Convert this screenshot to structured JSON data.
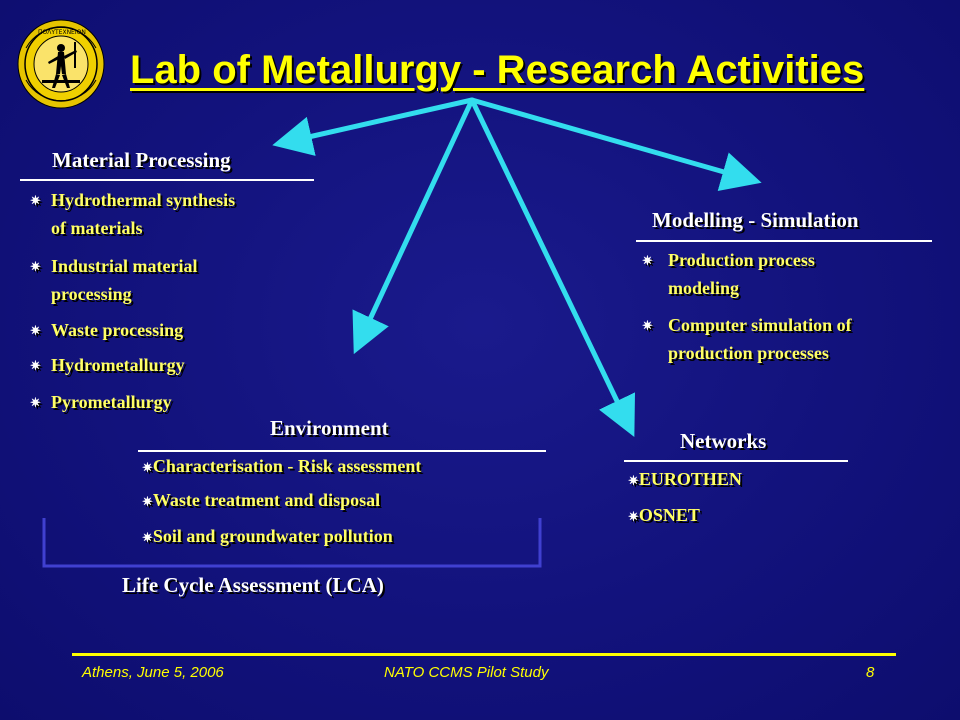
{
  "slide": {
    "title": "Lab of Metallurgy - Research Activities",
    "colors": {
      "background": "#12127c",
      "title": "#ffff00",
      "arrow": "#33ddee",
      "bullet_text": "#ffff66",
      "heading": "#ffffff",
      "lca_bracket": "#4040d0"
    }
  },
  "emblem": {
    "icon": "university-seal-icon"
  },
  "material_processing": {
    "heading": "Material Processing",
    "items": [
      {
        "line1": "Hydrothermal synthesis",
        "line2": "of materials"
      },
      {
        "line1": "Industrial material",
        "line2": "processing"
      },
      {
        "line1": "Waste processing"
      },
      {
        "line1": "Hydrometallurgy"
      },
      {
        "line1": "Pyrometallurgy"
      }
    ]
  },
  "modelling": {
    "heading": "Modelling - Simulation",
    "items": [
      {
        "line1": "Production process",
        "line2": "modeling"
      },
      {
        "line1": "Computer simulation of",
        "line2": "production processes"
      }
    ]
  },
  "environment": {
    "heading": "Environment",
    "items": [
      "Characterisation - Risk assessment",
      "Waste treatment and disposal",
      "Soil and groundwater pollution"
    ]
  },
  "networks": {
    "heading": "Networks",
    "items": [
      "EUROTHEN",
      "OSNET"
    ]
  },
  "lca": {
    "label": "Life Cycle Assessment (LCA)"
  },
  "footer": {
    "date": "Athens, June 5, 2006",
    "event": "NATO CCMS Pilot Study",
    "page": "8"
  }
}
